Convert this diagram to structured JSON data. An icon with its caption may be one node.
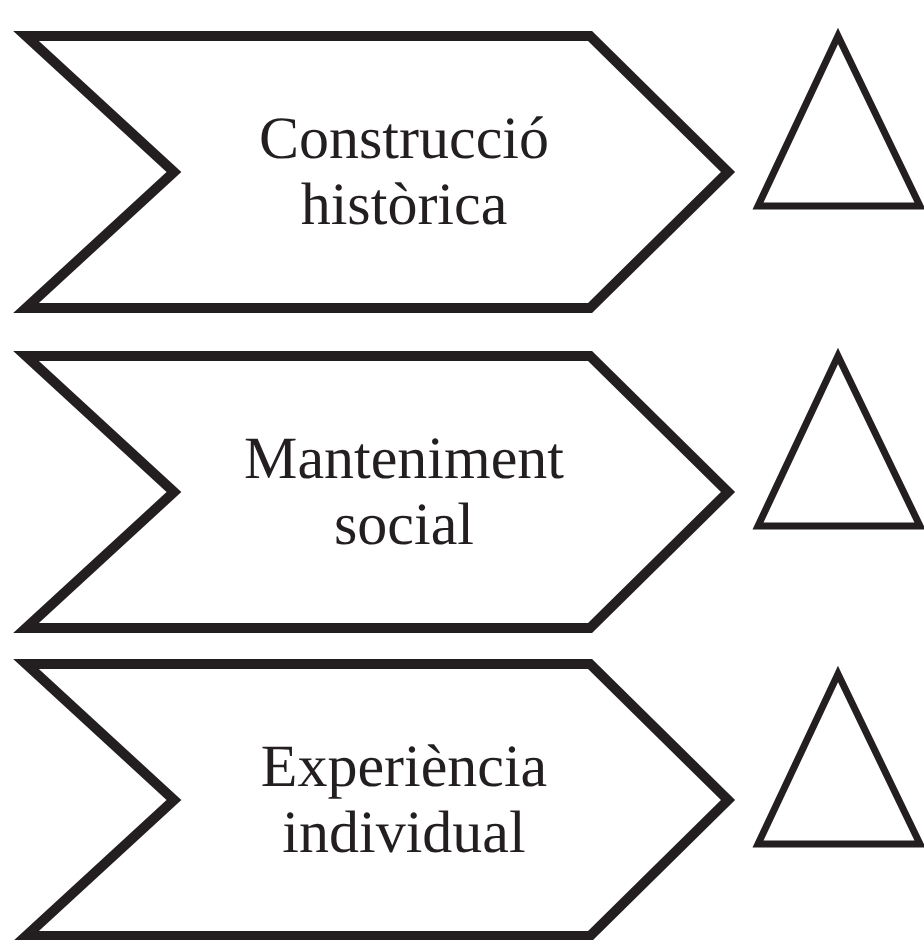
{
  "diagram": {
    "nodes": [
      {
        "text": [
          "Construcció històrica"
        ]
      },
      {
        "text": [],
        "shape": "triangle"
      },
      {
        "text": [
          "Manteniment social"
        ]
      },
      {
        "text": [],
        "shape": "triangle"
      },
      {
        "text": [
          "Experiència individual"
        ]
      },
      {
        "text": [],
        "shape": "triangle"
      }
    ]
  }
}
